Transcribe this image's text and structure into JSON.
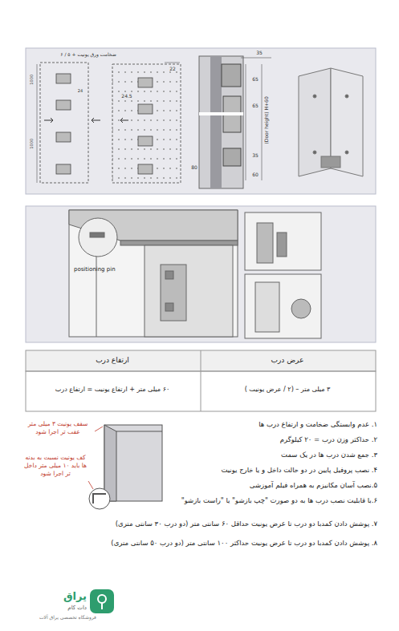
{
  "diagram": {
    "labels": [
      "ضخامت ورق یونیت + ۵ / ۶",
      "1000",
      "1000",
      "24",
      "22",
      "24.5",
      "35",
      "65",
      "65",
      "80",
      "35",
      "60",
      "(Door height) H+60",
      "positioning pin",
      "ارتفاع درب",
      "عرض درب",
      "۶۰ میلی متر + ارتفاع یونیت = ارتفاع درب",
      "۳ میلی متر – (۲ / عرض یونیت )",
      "۱. عدم وابستگی ضخامت و ارتفاع درب ها",
      "۲. حداکثر وزن درب = ۲۰ کیلوگرم",
      "۳. جمع شدن درب ها در یک سمت",
      "۴. نصب پروفیل پایین در دو حالت داخل و یا خارج یونیت",
      "۵.نصب آسان مکانیزم به همراه فیلم آموزشی",
      "۶.با قابلیت نصب درب ها به دو صورت \"چپ بازشو\" یا \"راست بازشو\"",
      "۷. پوشش دادن کمدبا دو درب تا عرض یونیت حداقل ۶۰ سانتی متر (دو درب ۳۰ سانتی متری)",
      "۸. پوشش دادن کمدبا دو درب تا عرض یونیت حداکثر ۱۰۰ سانتی متر (دو درب ۵۰ سانتی متری)",
      "سقف یونیت ۳ میلی متر عقب تر اجرا شود",
      "کف یونیت نسبت به بدنه ها باید ۱۰ میلی متر داخل تر اجرا شود",
      "یراق",
      "دات کام",
      "فروشگاه تخصصی یراق آلات"
    ]
  }
}
